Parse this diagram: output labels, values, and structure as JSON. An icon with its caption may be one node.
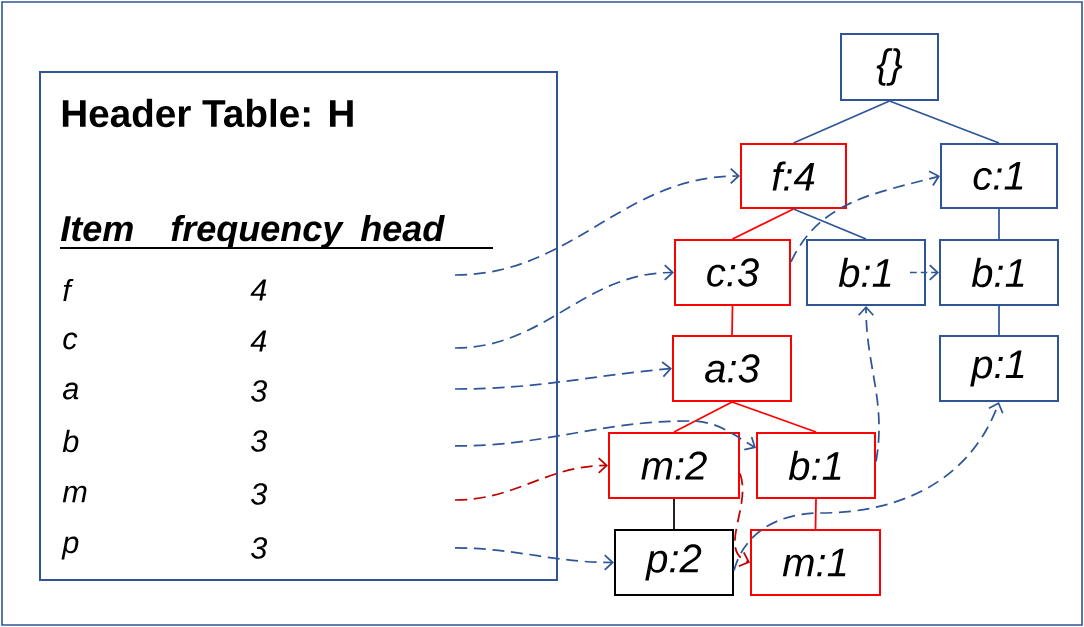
{
  "diagram": {
    "nodes": [
      {
        "text": [
          "Header Table: H",
          "Item",
          "frequency",
          "head"
        ]
      },
      {
        "text": [
          "{}"
        ]
      },
      {
        "text": [
          "f:4"
        ]
      },
      {
        "text": [
          "c:1"
        ]
      },
      {
        "text": [
          "c:3"
        ]
      },
      {
        "text": [
          "b:1"
        ]
      },
      {
        "text": [
          "b:1"
        ]
      },
      {
        "text": [
          "a:3"
        ]
      },
      {
        "text": [
          "p:1"
        ]
      },
      {
        "text": [
          "m:2"
        ]
      },
      {
        "text": [
          "b:1"
        ]
      },
      {
        "text": [
          "p:2"
        ]
      },
      {
        "text": [
          "m:1"
        ]
      }
    ],
    "edges": [
      {
        "from": 1,
        "to": 2,
        "arrow": "none"
      },
      {
        "from": 1,
        "to": 3,
        "arrow": "none"
      },
      {
        "from": 2,
        "to": 4,
        "arrow": "none",
        "color": "#ff0000"
      },
      {
        "from": 2,
        "to": 5,
        "arrow": "none"
      },
      {
        "from": 3,
        "to": 6,
        "arrow": "none"
      },
      {
        "from": 4,
        "to": 7,
        "arrow": "none",
        "color": "#ff0000"
      },
      {
        "from": 6,
        "to": 8,
        "arrow": "none"
      },
      {
        "from": 7,
        "to": 9,
        "arrow": "none",
        "color": "#ff0000"
      },
      {
        "from": 7,
        "to": 10,
        "arrow": "none",
        "color": "#ff0000"
      },
      {
        "from": 9,
        "to": 11,
        "arrow": "none",
        "color": "#000000"
      },
      {
        "from": 10,
        "to": 12,
        "arrow": "none",
        "color": "#ff0000"
      },
      {
        "from": 0,
        "to": 2,
        "arrow": "to",
        "style": "dashed"
      },
      {
        "from": 0,
        "to": 4,
        "arrow": "to",
        "style": "dashed"
      },
      {
        "from": 0,
        "to": 7,
        "arrow": "to",
        "style": "dashed"
      },
      {
        "from": 0,
        "to": 10,
        "arrow": "to",
        "style": "dashed"
      },
      {
        "from": 0,
        "to": 9,
        "arrow": "to",
        "style": "dashed",
        "color": "#c00000"
      },
      {
        "from": 0,
        "to": 11,
        "arrow": "to",
        "style": "dashed"
      },
      {
        "from": 4,
        "to": 3,
        "arrow": "to",
        "style": "dashed"
      },
      {
        "from": 5,
        "to": 6,
        "arrow": "to",
        "style": "dashed"
      },
      {
        "from": 10,
        "to": 5,
        "arrow": "to",
        "style": "dashed"
      },
      {
        "from": 11,
        "to": 8,
        "arrow": "to",
        "style": "dashed"
      },
      {
        "from": 9,
        "to": 12,
        "arrow": "to",
        "style": "dashed",
        "color": "#c00000"
      }
    ],
    "labels": [
      "f",
      "4",
      "c",
      "4",
      "a",
      "3",
      "b",
      "3",
      "m",
      "3",
      "p",
      "3"
    ]
  }
}
